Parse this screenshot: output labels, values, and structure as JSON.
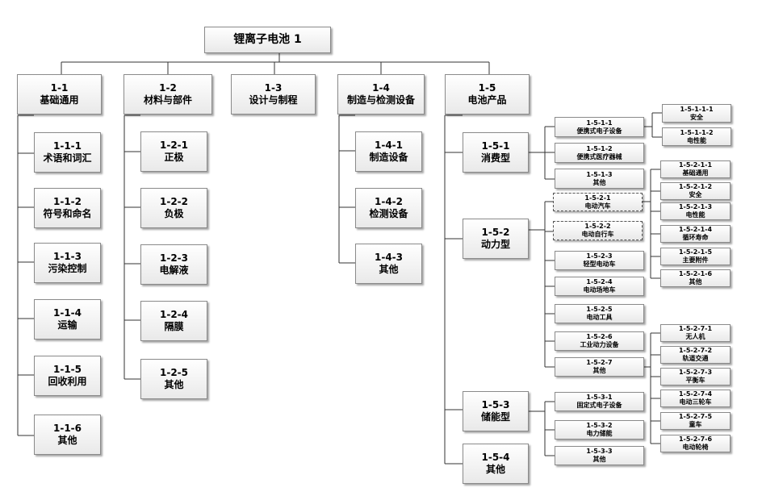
{
  "root": {
    "label": "锂离子电池 1"
  },
  "n1_1": {
    "code": "1-1",
    "name": "基础通用"
  },
  "n1_2": {
    "code": "1-2",
    "name": "材料与部件"
  },
  "n1_3": {
    "code": "1-3",
    "name": "设计与制程"
  },
  "n1_4": {
    "code": "1-4",
    "name": "制造与检测设备"
  },
  "n1_5": {
    "code": "1-5",
    "name": "电池产品"
  },
  "n1_1_1": {
    "code": "1-1-1",
    "name": "术语和词汇"
  },
  "n1_1_2": {
    "code": "1-1-2",
    "name": "符号和命名"
  },
  "n1_1_3": {
    "code": "1-1-3",
    "name": "污染控制"
  },
  "n1_1_4": {
    "code": "1-1-4",
    "name": "运输"
  },
  "n1_1_5": {
    "code": "1-1-5",
    "name": "回收利用"
  },
  "n1_1_6": {
    "code": "1-1-6",
    "name": "其他"
  },
  "n1_2_1": {
    "code": "1-2-1",
    "name": "正极"
  },
  "n1_2_2": {
    "code": "1-2-2",
    "name": "负极"
  },
  "n1_2_3": {
    "code": "1-2-3",
    "name": "电解液"
  },
  "n1_2_4": {
    "code": "1-2-4",
    "name": "隔膜"
  },
  "n1_2_5": {
    "code": "1-2-5",
    "name": "其他"
  },
  "n1_4_1": {
    "code": "1-4-1",
    "name": "制造设备"
  },
  "n1_4_2": {
    "code": "1-4-2",
    "name": "检测设备"
  },
  "n1_4_3": {
    "code": "1-4-3",
    "name": "其他"
  },
  "n1_5_1": {
    "code": "1-5-1",
    "name": "消费型"
  },
  "n1_5_2": {
    "code": "1-5-2",
    "name": "动力型"
  },
  "n1_5_3": {
    "code": "1-5-3",
    "name": "储能型"
  },
  "n1_5_4": {
    "code": "1-5-4",
    "name": "其他"
  },
  "n1_5_1_1": {
    "code": "1-5-1-1",
    "name": "便携式电子设备"
  },
  "n1_5_1_2": {
    "code": "1-5-1-2",
    "name": "便携式医疗器械"
  },
  "n1_5_1_3": {
    "code": "1-5-1-3",
    "name": "其他"
  },
  "n1_5_1_1_1": {
    "code": "1-5-1-1-1",
    "name": "安全"
  },
  "n1_5_1_1_2": {
    "code": "1-5-1-1-2",
    "name": "电性能"
  },
  "n1_5_2_1": {
    "code": "1-5-2-1",
    "name": "电动汽车"
  },
  "n1_5_2_2": {
    "code": "1-5-2-2",
    "name": "电动自行车"
  },
  "n1_5_2_3": {
    "code": "1-5-2-3",
    "name": "轻型电动车"
  },
  "n1_5_2_4": {
    "code": "1-5-2-4",
    "name": "电动场地车"
  },
  "n1_5_2_5": {
    "code": "1-5-2-5",
    "name": "电动工具"
  },
  "n1_5_2_6": {
    "code": "1-5-2-6",
    "name": "工业动力设备"
  },
  "n1_5_2_7": {
    "code": "1-5-2-7",
    "name": "其他"
  },
  "n1_5_2_1_1": {
    "code": "1-5-2-1-1",
    "name": "基础通用"
  },
  "n1_5_2_1_2": {
    "code": "1-5-2-1-2",
    "name": "安全"
  },
  "n1_5_2_1_3": {
    "code": "1-5-2-1-3",
    "name": "电性能"
  },
  "n1_5_2_1_4": {
    "code": "1-5-2-1-4",
    "name": "循环寿命"
  },
  "n1_5_2_1_5": {
    "code": "1-5-2-1-5",
    "name": "主要附件"
  },
  "n1_5_2_1_6": {
    "code": "1-5-2-1-6",
    "name": "其他"
  },
  "n1_5_2_7_1": {
    "code": "1-5-2-7-1",
    "name": "无人机"
  },
  "n1_5_2_7_2": {
    "code": "1-5-2-7-2",
    "name": "轨道交通"
  },
  "n1_5_2_7_3": {
    "code": "1-5-2-7-3",
    "name": "平衡车"
  },
  "n1_5_2_7_4": {
    "code": "1-5-2-7-4",
    "name": "电动三轮车"
  },
  "n1_5_2_7_5": {
    "code": "1-5-2-7-5",
    "name": "童车"
  },
  "n1_5_2_7_6": {
    "code": "1-5-2-7-6",
    "name": "电动轮椅"
  },
  "n1_5_3_1": {
    "code": "1-5-3-1",
    "name": "固定式电子设备"
  },
  "n1_5_3_2": {
    "code": "1-5-3-2",
    "name": "电力储能"
  },
  "n1_5_3_3": {
    "code": "1-5-3-3",
    "name": "其他"
  }
}
